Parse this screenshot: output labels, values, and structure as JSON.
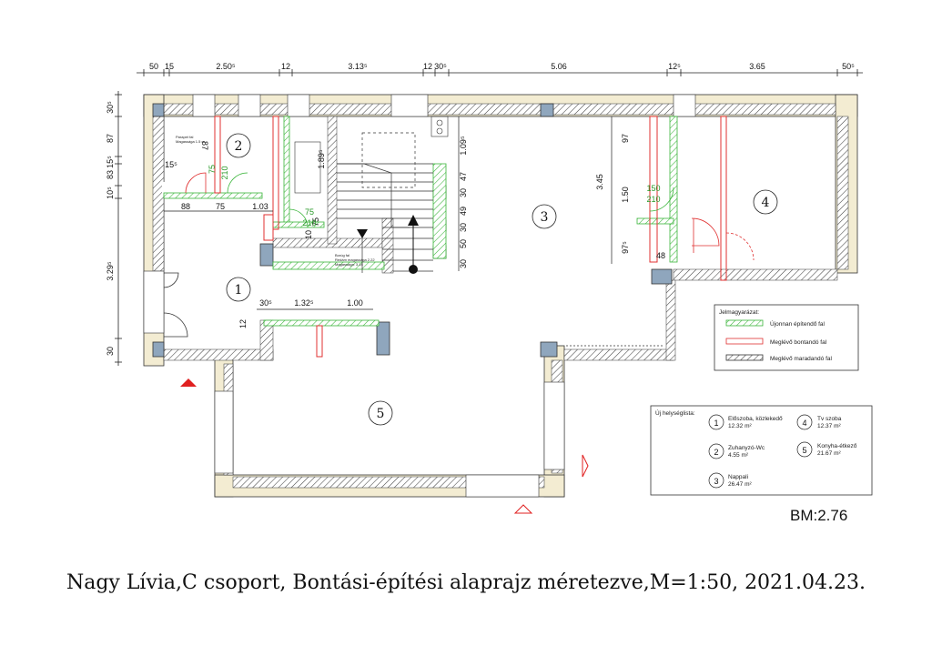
{
  "drawing": {
    "top_dims": [
      "50",
      "15",
      "2.50⁵",
      "12",
      "3.13⁵",
      "12",
      "30⁵",
      "5.06",
      "12⁵",
      "3.65",
      "50⁵"
    ],
    "left_dims": [
      "30⁵",
      "87",
      "15⁵",
      "83",
      "10⁵",
      "3.29⁵",
      "30"
    ],
    "inner_dims": {
      "d88": "88",
      "d75a": "75",
      "d103": "1.03",
      "d189": "1.89⁵",
      "d75b": "75",
      "d10": "10",
      "d109": "1.09⁵",
      "d47": "47",
      "d30a": "30",
      "d49": "49",
      "d30b": "30",
      "d50": "50",
      "d30c": "30",
      "d345": "3.45",
      "d97a": "97",
      "d150": "1.50",
      "d97b": "97⁵",
      "d48": "48",
      "d30d": "30⁵",
      "d132": "1.32⁵",
      "d100": "1.00",
      "d12": "12",
      "d15": "15⁵",
      "d87": "87"
    },
    "green_dims": {
      "g75a": "75",
      "g210a": "210",
      "g75b": "75",
      "g210b": "210",
      "g150": "150",
      "g210c": "210"
    },
    "notes": {
      "n1a": "Parapet fal",
      "n1b": "Magassága 1.5 m",
      "n2a": "Borúg fal",
      "n2b": "Redám magassága 2.22",
      "n2c": "Magassága: 3.14"
    },
    "rooms": [
      "1",
      "2",
      "3",
      "4",
      "5"
    ]
  },
  "legend": {
    "title": "Jelmagyarázat:",
    "items": [
      {
        "label": "Újonnan építendő fal",
        "color": "#3ab53a"
      },
      {
        "label": "Meglévő bontandó fal",
        "color": "#e03030"
      },
      {
        "label": "Meglévő maradandó fal",
        "color": "#333333"
      }
    ]
  },
  "room_list": {
    "title": "Új helységlista:",
    "items": [
      {
        "num": "1",
        "name": "Előszoba, közlekedő",
        "area": "12.32 m²"
      },
      {
        "num": "2",
        "name": "Zuhanyzó-Wc",
        "area": "4.55 m²"
      },
      {
        "num": "3",
        "name": "Nappali",
        "area": "26.47 m²"
      },
      {
        "num": "4",
        "name": "Tv szoba",
        "area": "12.37 m²"
      },
      {
        "num": "5",
        "name": "Konyha-étkező",
        "area": "21.67 m²"
      }
    ]
  },
  "scale_text": "BM:2.76",
  "caption": "Nagy Lívia,C csoport, Bontási-építési alaprajz méretezve,M=1:50, 2021.04.23.",
  "colors": {
    "wall_fill": "#f3ecd2",
    "new_wall": "#3ab53a",
    "demolish_wall": "#e03030",
    "existing_wall": "#333333",
    "column": "#8fa6bd",
    "marker": "#e02020"
  }
}
